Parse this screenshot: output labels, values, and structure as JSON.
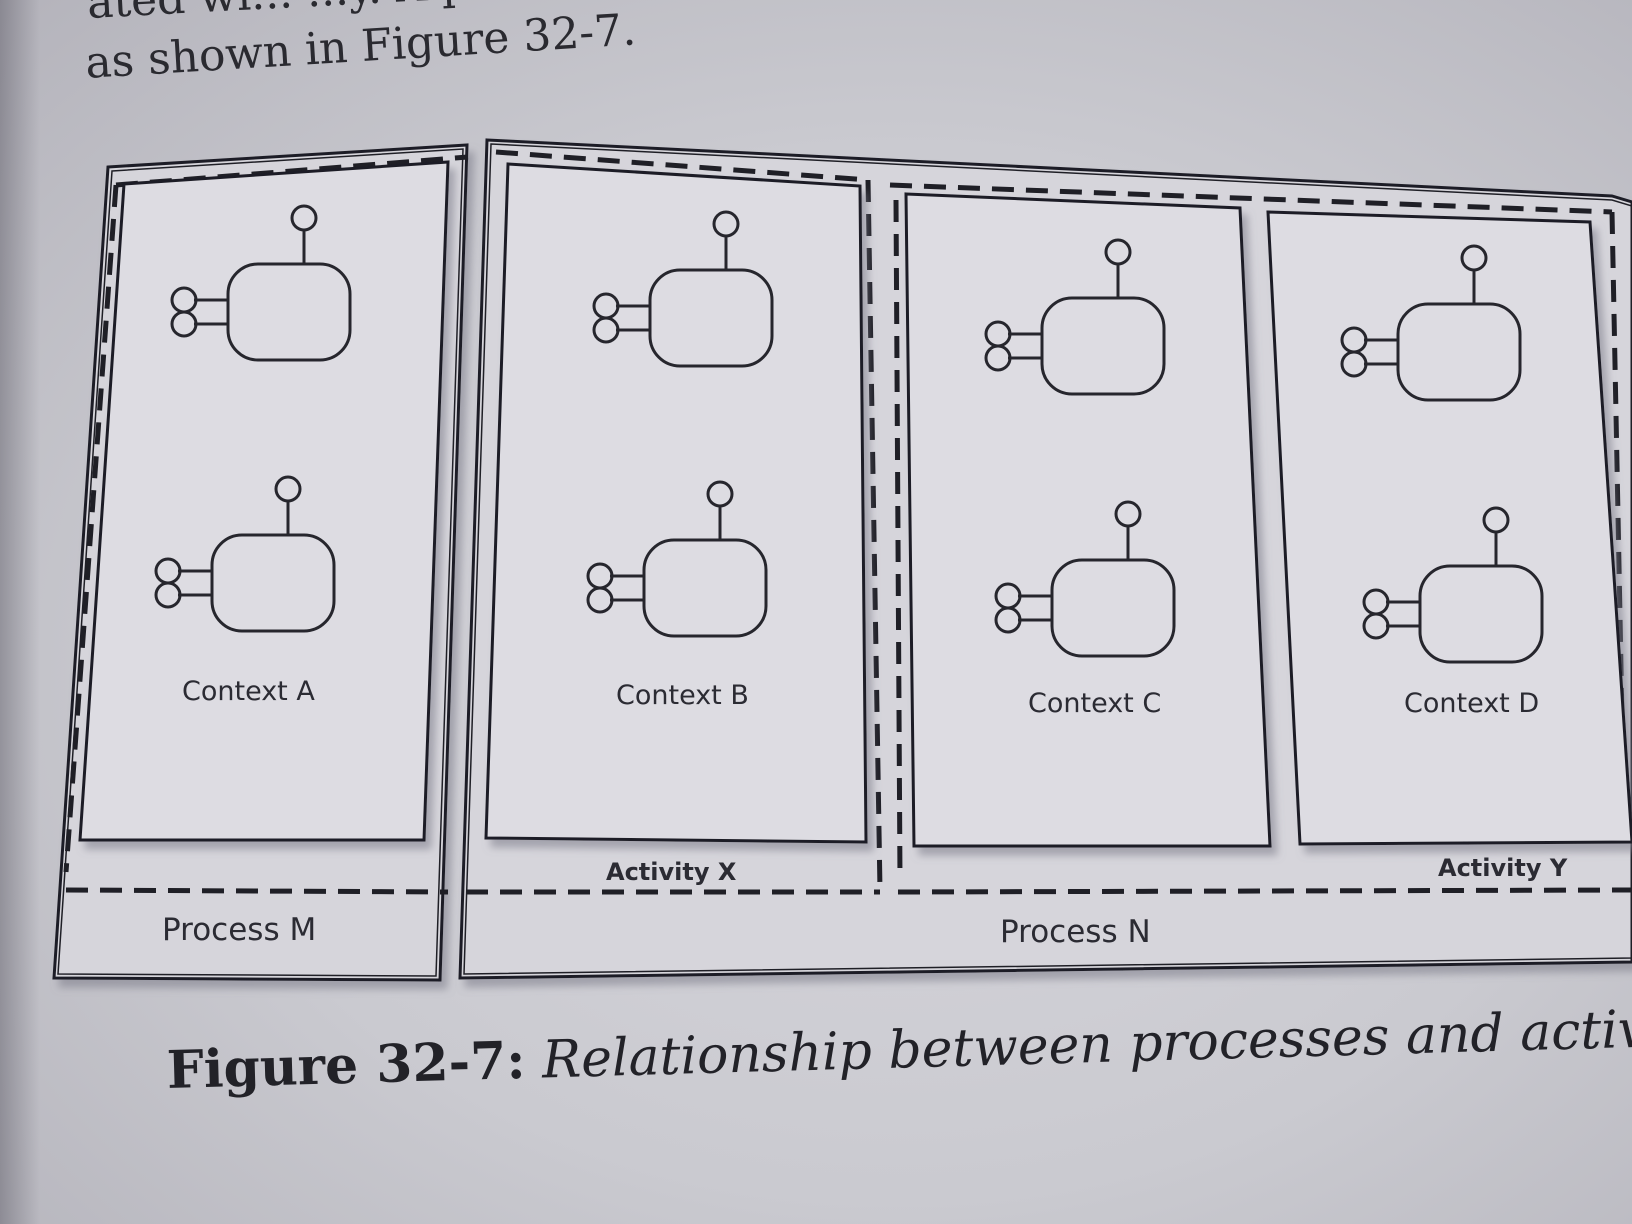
{
  "body_text": {
    "line_1": "ated wi... ...y. A process can contain multiple activities,",
    "line_2": "as shown in Figure 32-7."
  },
  "figure": {
    "processes": [
      {
        "label": "Process M"
      },
      {
        "label": "Process N"
      }
    ],
    "activities": [
      {
        "label": "Activity X"
      },
      {
        "label": "Activity Y"
      }
    ],
    "contexts": [
      {
        "label": "Context A"
      },
      {
        "label": "Context B"
      },
      {
        "label": "Context C"
      },
      {
        "label": "Context D"
      }
    ]
  },
  "caption": {
    "number": "Figure 32-7:",
    "text": "Relationship between processes and activities."
  }
}
